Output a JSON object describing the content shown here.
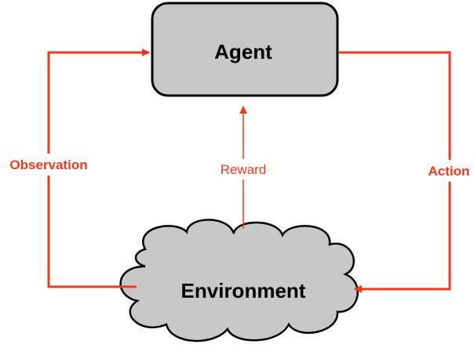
{
  "nodes": {
    "agent": {
      "label": "Agent"
    },
    "environment": {
      "label": "Environment"
    }
  },
  "edges": {
    "observation": {
      "label": "Observation"
    },
    "reward": {
      "label": "Reward"
    },
    "action": {
      "label": "Action"
    }
  },
  "colors": {
    "arrow": "#ee3a1c",
    "node_fill": "#c8c8c8",
    "node_stroke": "#000000"
  }
}
